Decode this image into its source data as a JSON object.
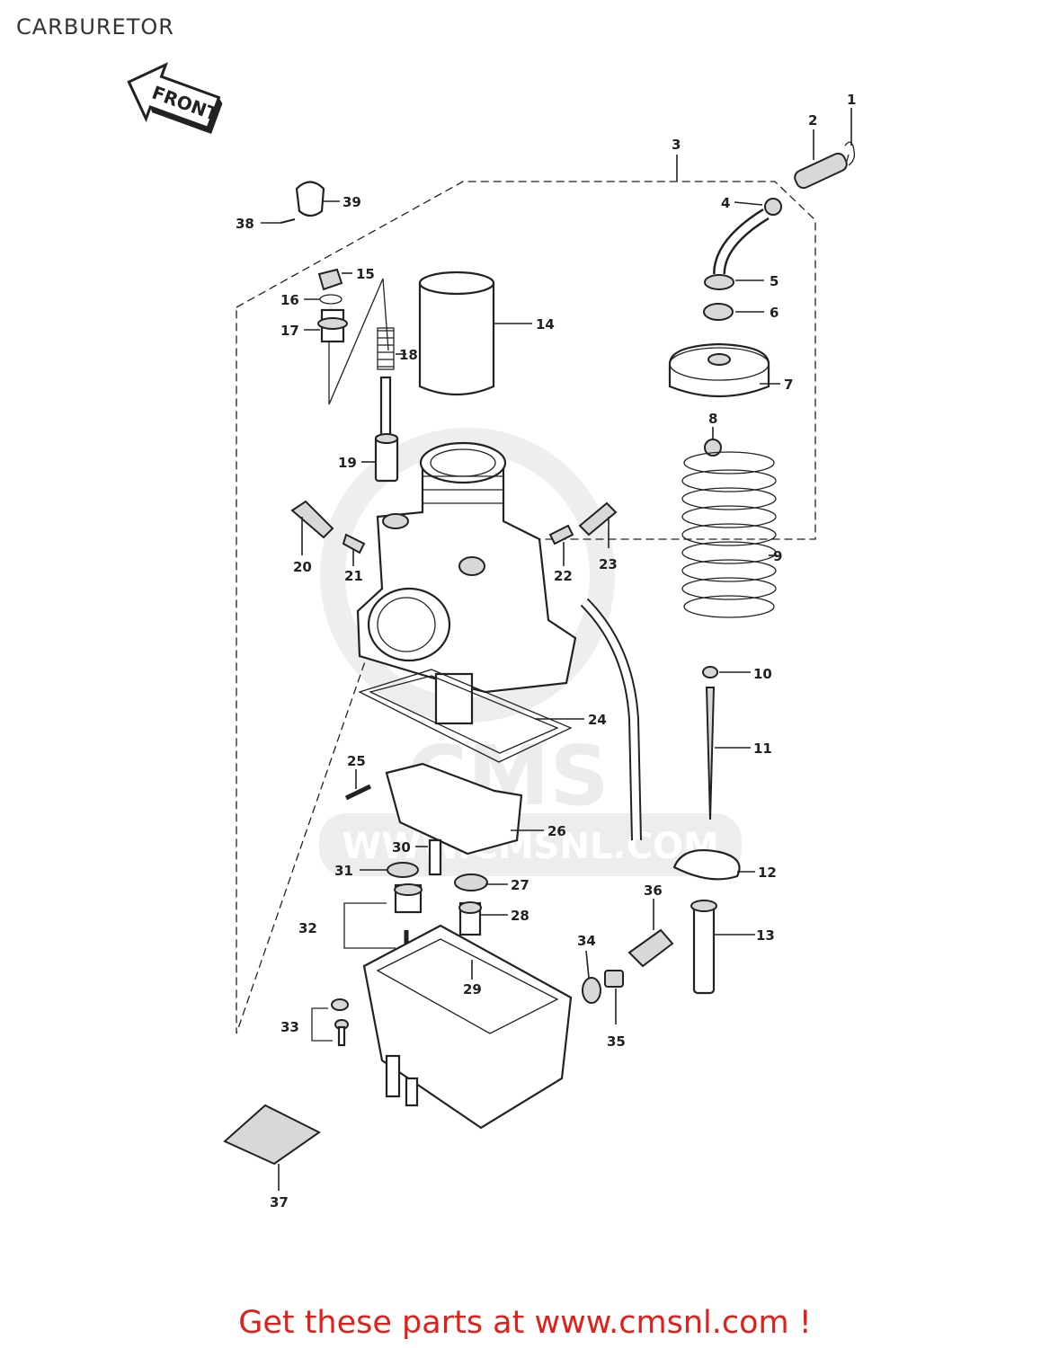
{
  "title": "CARBURETOR",
  "front_label": "FRONT",
  "watermark": {
    "brand": "CMS",
    "url": "WWW.CMSNL.COM"
  },
  "footer": "Get these parts at www.cmsnl.com !",
  "colors": {
    "footer": "#e0201a",
    "ink": "#222222",
    "watermark": "#e6e6e6"
  },
  "callouts": [
    "1",
    "2",
    "3",
    "4",
    "5",
    "6",
    "7",
    "8",
    "9",
    "10",
    "11",
    "12",
    "13",
    "14",
    "15",
    "16",
    "17",
    "18",
    "19",
    "20",
    "21",
    "22",
    "23",
    "24",
    "25",
    "26",
    "27",
    "28",
    "29",
    "30",
    "31",
    "32",
    "33",
    "34",
    "35",
    "36",
    "37",
    "38",
    "39"
  ]
}
